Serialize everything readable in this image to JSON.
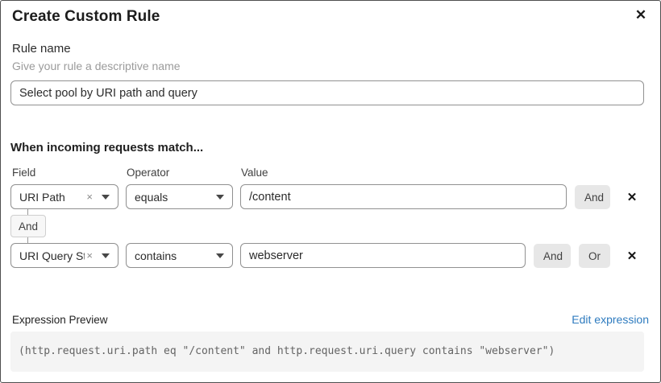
{
  "dialog": {
    "title": "Create Custom Rule"
  },
  "icons": {
    "close": "✕",
    "clear": "×",
    "remove": "✕"
  },
  "rule_name": {
    "label": "Rule name",
    "hint": "Give your rule a descriptive name",
    "value": "Select pool by URI path and query"
  },
  "match_section": {
    "heading": "When incoming requests match...",
    "columns": {
      "field": "Field",
      "operator": "Operator",
      "value": "Value"
    },
    "connector_label": "And",
    "logic_buttons": {
      "and": "And",
      "or": "Or"
    },
    "rows": [
      {
        "field": "URI Path",
        "operator": "equals",
        "value": "/content"
      },
      {
        "field": "URI Query St...",
        "operator": "contains",
        "value": "webserver"
      }
    ]
  },
  "expression_preview": {
    "label": "Expression Preview",
    "edit_link": "Edit expression",
    "expression": "(http.request.uri.path eq \"/content\" and http.request.uri.query contains \"webserver\")"
  },
  "colors": {
    "link_blue": "#2e7bbf",
    "logic_button_bg": "#e7e7e7",
    "code_block_bg": "#f4f4f4",
    "input_border": "#8f8f8f"
  }
}
